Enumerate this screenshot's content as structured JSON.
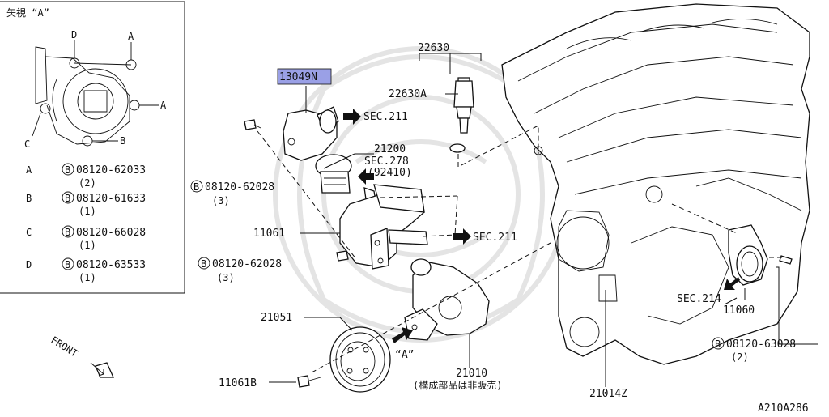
{
  "inset": {
    "title": "矢視 “A”",
    "marks": {
      "a": "A",
      "b": "B",
      "c": "C",
      "d": "D"
    },
    "legend": [
      {
        "key": "A",
        "circle": "B",
        "part": "08120-62033",
        "qty": "(2)"
      },
      {
        "key": "B",
        "circle": "B",
        "part": "08120-61633",
        "qty": "(1)"
      },
      {
        "key": "C",
        "circle": "B",
        "part": "08120-66028",
        "qty": "(1)"
      },
      {
        "key": "D",
        "circle": "B",
        "part": "08120-63533",
        "qty": "(1)"
      }
    ]
  },
  "labels": {
    "highlighted_part": "13049N",
    "p22630": "22630",
    "p22630a": "22630A",
    "sec211_top": "SEC.211",
    "p21200": "21200",
    "sec278": "SEC.278",
    "sec278_sub": "(92410)",
    "bolt1_circle": "B",
    "bolt1": "08120-62028",
    "bolt1_qty": "(3)",
    "p11061": "11061",
    "sec211_mid": "SEC.211",
    "bolt2_circle": "B",
    "bolt2": "08120-62028",
    "bolt2_qty": "(3)",
    "p21051": "21051",
    "view_a": "“A”",
    "p21010": "21010",
    "p21010_note": "(構成部品は非販売)",
    "p11061b": "11061B",
    "front": "FRONT",
    "sec214": "SEC.214",
    "p11060": "11060",
    "bolt3_circle": "B",
    "bolt3": "08120-63028",
    "bolt3_qty": "(2)",
    "p21014z": "21014Z",
    "figure_id": "A210A286"
  },
  "colors": {
    "highlight": "#9aa0e6",
    "line": "#111111",
    "watermark": "#e4e4e4"
  }
}
